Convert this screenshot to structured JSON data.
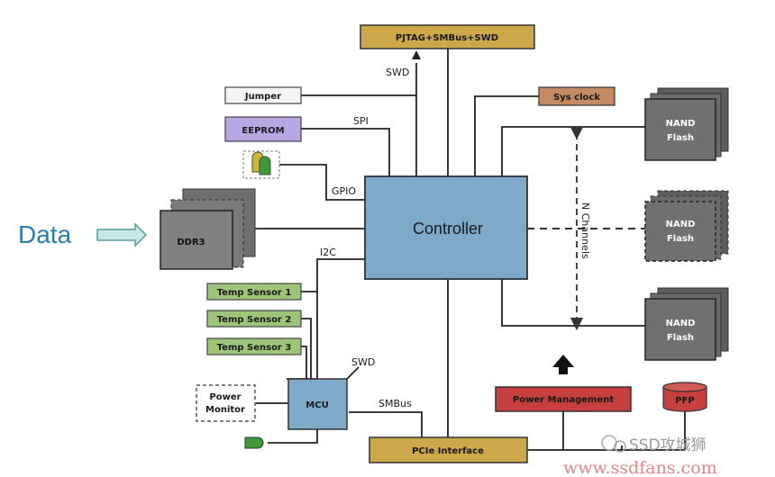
{
  "diagram": {
    "data_label": "Data",
    "controller": "Controller",
    "pjtag": "PJTAG+SMBus+SWD",
    "swd_top": "SWD",
    "jumper": "Jumper",
    "eeprom": "EEPROM",
    "spi": "SPI",
    "gpio": "GPIO",
    "i2c": "I2C",
    "ddr3": "DDR3",
    "sys_clock": "Sys clock",
    "nand_1": "NAND",
    "nand_2": "Flash",
    "n_channels": "N Channels",
    "temp_sensor_1": "Temp Sensor 1",
    "temp_sensor_2": "Temp Sensor 2",
    "temp_sensor_3": "Temp Sensor 3",
    "mcu": "MCU",
    "swd_mcu": "SWD",
    "smbus": "SMBus",
    "power_monitor_1": "Power",
    "power_monitor_2": "Monitor",
    "pcie": "PCIe Interface",
    "power_management": "Power Management",
    "pfp": "PFP",
    "watermark_brand": "SSD攻城狮",
    "watermark_url": "www.ssdfans.com"
  }
}
